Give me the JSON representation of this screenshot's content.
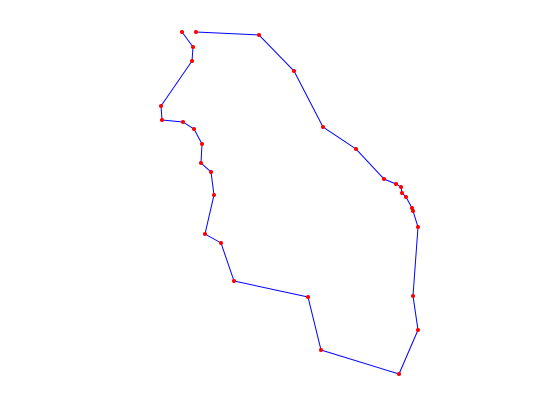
{
  "chart_data": {
    "type": "line",
    "title": "",
    "xlabel": "",
    "ylabel": "",
    "grid": false,
    "legend": "none",
    "axes_visible": false,
    "series": [
      {
        "line_color": "#0000ff",
        "marker_color": "#ff0000",
        "marker": "dot",
        "points": [
          [
            196,
            32
          ],
          [
            259,
            35
          ],
          [
            294,
            71
          ],
          [
            323,
            127
          ],
          [
            356,
            149
          ],
          [
            384,
            179
          ],
          [
            396,
            184
          ],
          [
            401,
            187
          ],
          [
            402,
            193
          ],
          [
            406,
            197
          ],
          [
            412,
            208
          ],
          [
            413,
            211
          ],
          [
            418,
            227
          ],
          [
            413,
            296
          ],
          [
            418,
            330
          ],
          [
            399,
            374
          ],
          [
            321,
            350
          ],
          [
            308,
            297
          ],
          [
            234,
            281
          ],
          [
            221,
            243
          ],
          [
            205,
            234
          ],
          [
            214,
            195
          ],
          [
            211,
            172
          ],
          [
            201,
            163
          ],
          [
            202,
            144
          ],
          [
            194,
            129
          ],
          [
            183,
            122
          ],
          [
            162,
            120
          ],
          [
            161,
            106
          ],
          [
            192,
            61
          ],
          [
            193,
            47
          ],
          [
            182,
            32
          ]
        ]
      }
    ]
  }
}
